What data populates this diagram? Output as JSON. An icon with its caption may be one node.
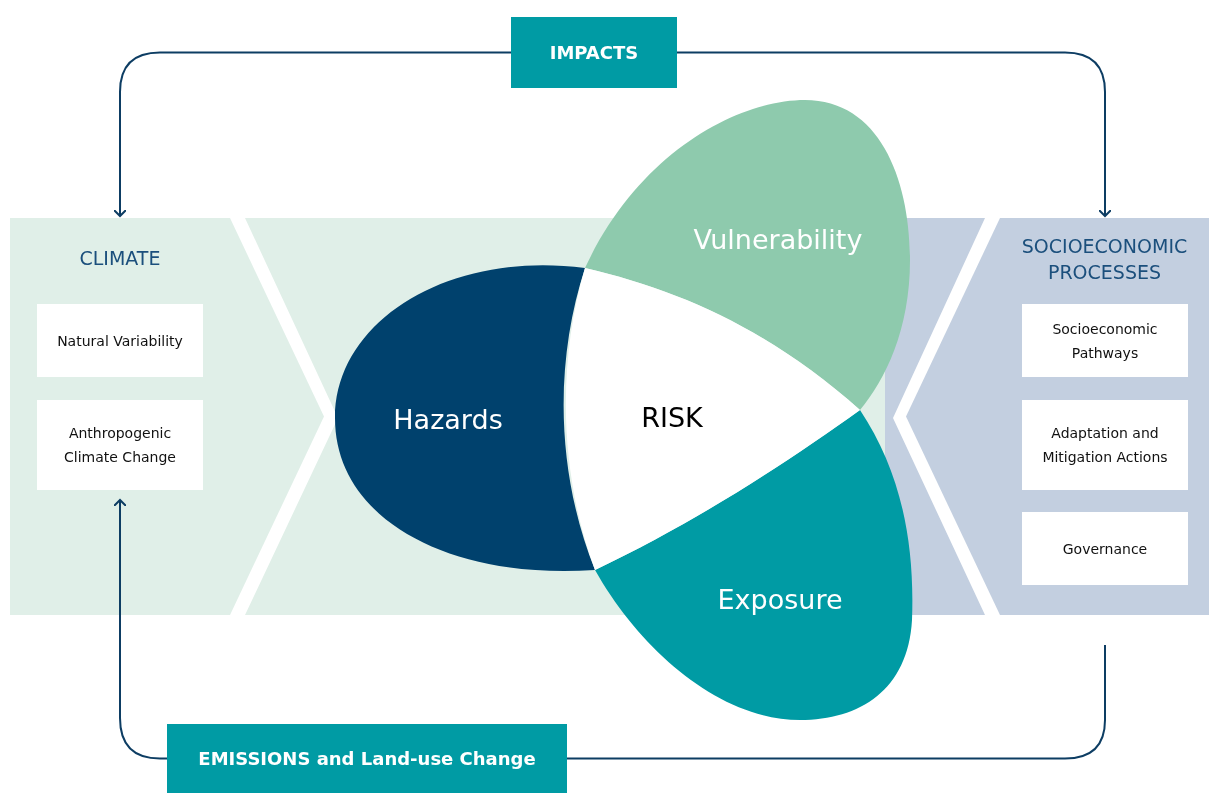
{
  "diagram": {
    "nodes": [
      {
        "text": [
          "IMPACTS"
        ]
      },
      {
        "text": [
          "CLIMATE"
        ]
      },
      {
        "text": [
          "Natural Variability"
        ],
        "in": 1
      },
      {
        "text": [
          "Anthropogenic Climate Change"
        ],
        "in": 1
      },
      {
        "text": [
          "Hazards"
        ]
      },
      {
        "text": [
          "Vulnerability"
        ]
      },
      {
        "text": [
          "Exposure"
        ]
      },
      {
        "text": [
          "RISK"
        ]
      },
      {
        "text": [
          "SOCIOECONOMIC PROCESSES"
        ]
      },
      {
        "text": [
          "Socioeconomic Pathways"
        ],
        "in": 8
      },
      {
        "text": [
          "Adaptation and Mitigation Actions"
        ],
        "in": 8
      },
      {
        "text": [
          "Governance"
        ],
        "in": 8
      },
      {
        "text": [
          "EMISSIONS and Land-use Change"
        ]
      }
    ],
    "edges": [
      {
        "from": 0,
        "to": 1,
        "arrow": "to"
      },
      {
        "from": 0,
        "to": 8,
        "arrow": "to"
      },
      {
        "from": 8,
        "to": 12,
        "arrow": "none"
      },
      {
        "from": 12,
        "to": 3,
        "arrow": "to"
      }
    ]
  }
}
